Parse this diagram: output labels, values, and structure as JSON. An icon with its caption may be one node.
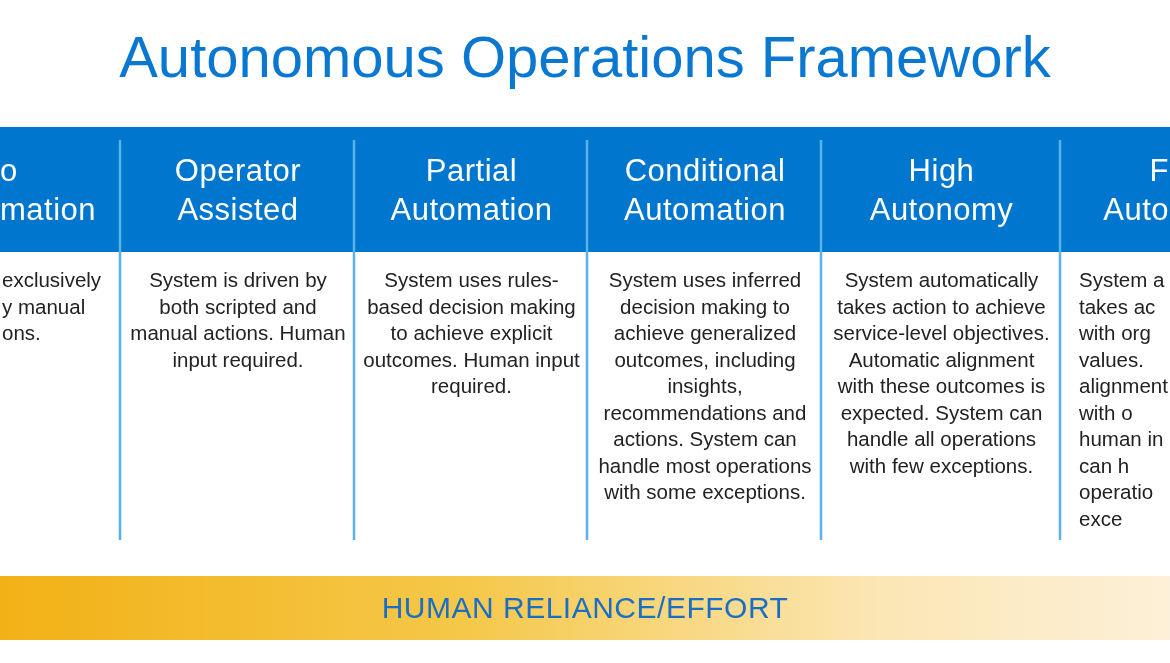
{
  "diagram": {
    "title": "Autonomous Operations Framework",
    "nodes": [
      {
        "text": [
          "o mation",
          "exclusively y manual ons."
        ]
      },
      {
        "text": [
          "Operator Assisted",
          "System is driven by both scripted and manual actions. Human input required."
        ]
      },
      {
        "text": [
          "Partial Automation",
          "System uses rules-based decision making to achieve explicit outcomes. Human input required."
        ]
      },
      {
        "text": [
          "Conditional Automation",
          "System uses inferred decision making to achieve generalized outcomes, including insights, recommendations and actions. System can handle most operations with some exceptions."
        ]
      },
      {
        "text": [
          "High Autonomy",
          "System automatically takes action to achieve service-level objectives. Automatic alignment with these outcomes is expected. System can handle all operations with few exceptions."
        ]
      },
      {
        "text": [
          "F Auto",
          "System a takes ac with org values. alignment with o human in can h operatio exce"
        ]
      },
      {
        "text": [
          "HUMAN RELIANCE/EFFORT"
        ]
      }
    ],
    "edges": []
  }
}
